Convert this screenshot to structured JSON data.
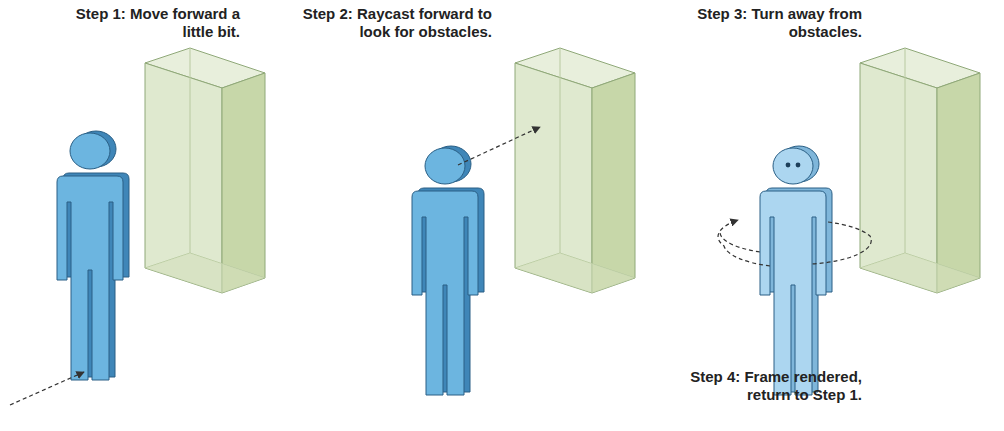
{
  "diagram": {
    "labels": [
      "Step 1: Move forward a little bit.",
      "Step 2: Raycast forward to look for obstacles.",
      "Step 3: Turn away from obstacles.",
      "Step 4: Frame rendered, return to Step 1."
    ]
  }
}
